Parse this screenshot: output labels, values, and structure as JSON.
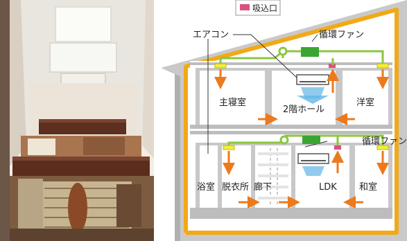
{
  "legend": {
    "intake_label": "吸込口",
    "intake_color": "#d9527c"
  },
  "labels": {
    "aircon_top": "エアコン",
    "fan_top": "循環ファン",
    "fan_bottom": "循環ファン"
  },
  "rooms_upper": {
    "master_bedroom": "主寝室",
    "hall": "2階ホール",
    "western_room": "洋室"
  },
  "rooms_lower": {
    "bathroom": "浴室",
    "dressing_room": "脱衣所",
    "corridor": "廊下",
    "ldk": "LDK",
    "japanese_room": "和室"
  },
  "colors": {
    "house_outline": "#f2a917",
    "duct_green": "#8cc63f",
    "fan_green": "#3aa533",
    "airflow_orange": "#ec7a1c",
    "cool_blue": "#61b5e7",
    "wall_gray": "#b8b8b8",
    "intake_yellow": "#f3ee3a"
  }
}
